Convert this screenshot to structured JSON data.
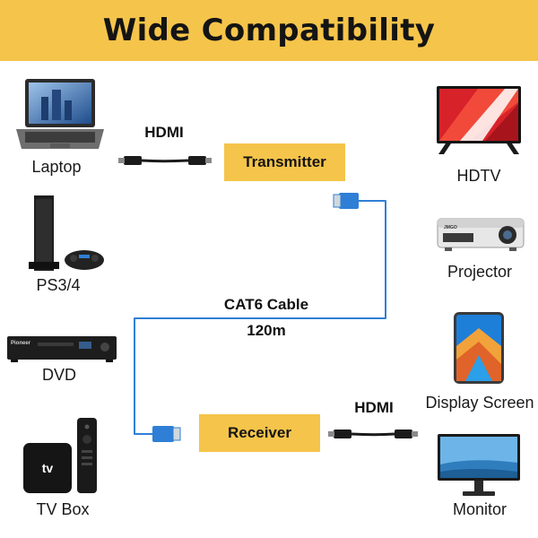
{
  "header": {
    "title": "Wide Compatibility"
  },
  "sources": [
    {
      "label": "Laptop",
      "icon": "laptop-icon"
    },
    {
      "label": "PS3/4",
      "icon": "game-console-icon"
    },
    {
      "label": "DVD",
      "icon": "dvd-player-icon"
    },
    {
      "label": "TV Box",
      "icon": "tv-box-icon"
    }
  ],
  "displays": [
    {
      "label": "HDTV",
      "icon": "hdtv-icon"
    },
    {
      "label": "Projector",
      "icon": "projector-icon"
    },
    {
      "label": "Display Screen",
      "icon": "tablet-icon"
    },
    {
      "label": "Monitor",
      "icon": "monitor-icon"
    }
  ],
  "transmitter": {
    "label": "Transmitter",
    "cable_label": "HDMI"
  },
  "receiver": {
    "label": "Receiver",
    "cable_label": "HDMI"
  },
  "link": {
    "cable_label": "CAT6 Cable",
    "distance": "120m"
  },
  "small_text": {
    "tv_box_logo": "tv",
    "dvd_brand": "Pioneer",
    "projector_brand": "JMGO"
  },
  "colors": {
    "banner": "#f5c44a",
    "box": "#f5c44a",
    "ethernet_cable": "#2f7fd6",
    "hdmi_cable": "#1b1b1b"
  }
}
